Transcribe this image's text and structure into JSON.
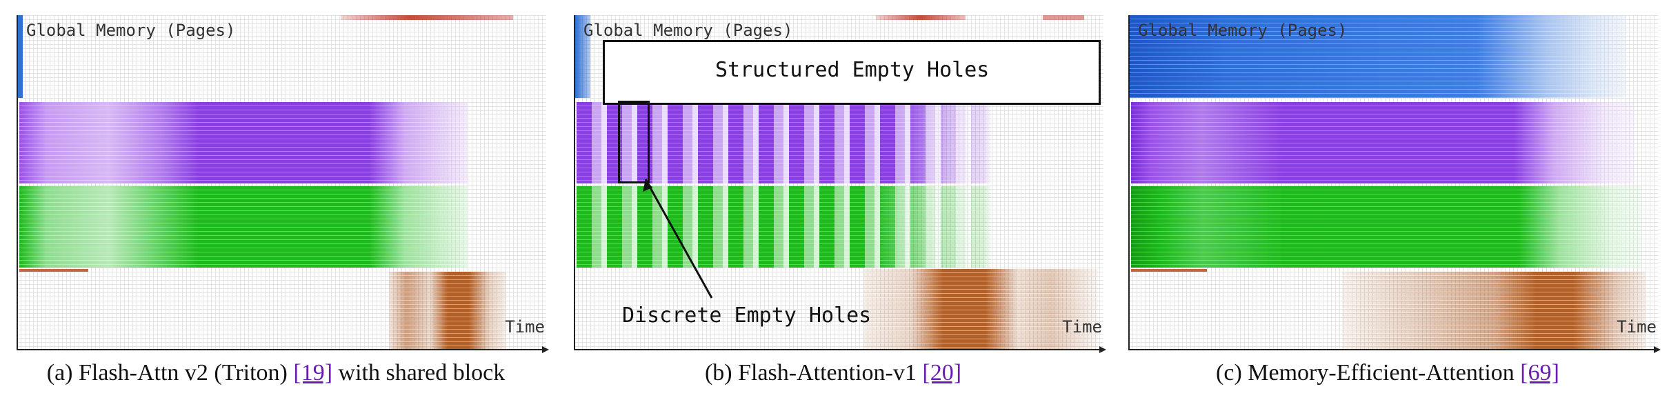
{
  "panels": [
    {
      "ylabel": "Global Memory (Pages)",
      "xlabel": "Time",
      "caption_prefix": "(a) Flash-Attn v2 (Triton) ",
      "caption_ref": "[19]",
      "caption_suffix": " with shared block"
    },
    {
      "ylabel": "Global Memory (Pages)",
      "xlabel": "Time",
      "caption_prefix": "(b) Flash-Attention-v1 ",
      "caption_ref": "[20]",
      "caption_suffix": "",
      "annotations": {
        "structured": "Structured Empty Holes",
        "discrete": "Discrete Empty Holes"
      }
    },
    {
      "ylabel": "Global Memory (Pages)",
      "xlabel": "Time",
      "caption_prefix": "(c) Memory-Efficient-Attention ",
      "caption_ref": "[69]",
      "caption_suffix": ""
    }
  ],
  "colors": {
    "blue": "#2f6fd6",
    "purple": "#8a3fe0",
    "green": "#1fb81f",
    "brown": "#b0602a",
    "red": "#c0392b",
    "link": "#6a1bb0"
  }
}
